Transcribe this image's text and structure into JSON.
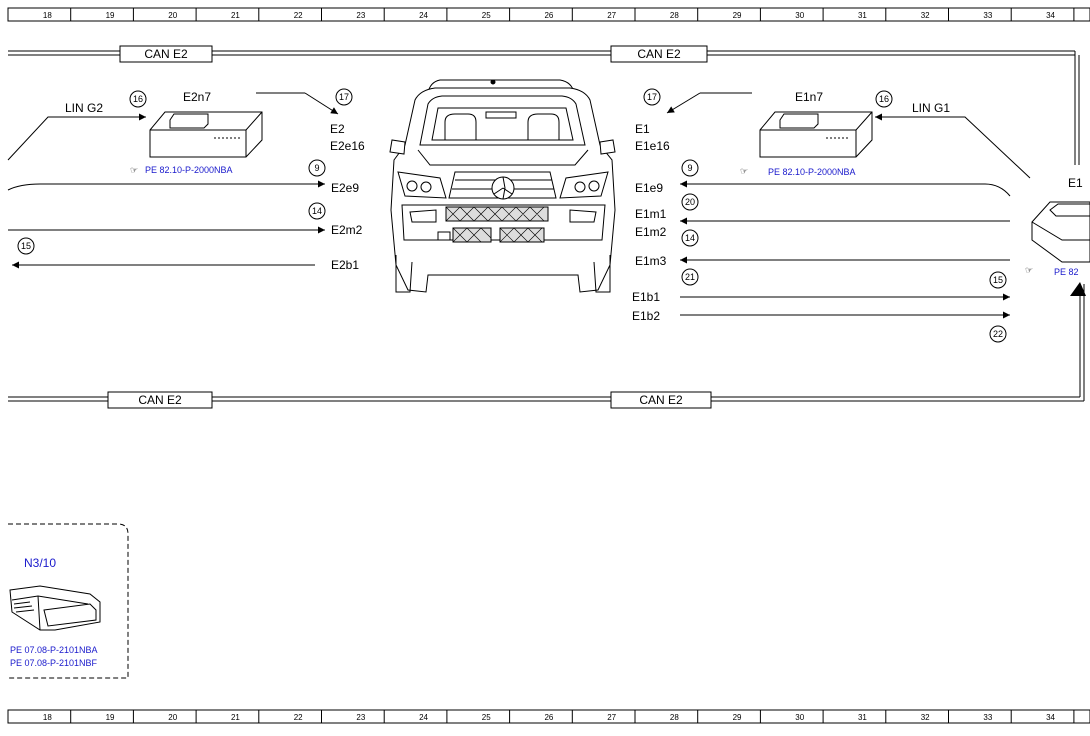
{
  "ruler": [
    "18",
    "19",
    "20",
    "21",
    "22",
    "23",
    "24",
    "25",
    "26",
    "27",
    "28",
    "29",
    "30",
    "31",
    "32",
    "33",
    "34"
  ],
  "bus": {
    "can_e2": "CAN E2"
  },
  "left_module": {
    "name": "E2n7",
    "lin": "LIN G2",
    "ref": "PE 82.10-P-2000NBA",
    "circles": [
      "16",
      "17",
      "9",
      "14",
      "15"
    ],
    "labels": [
      "E2",
      "E2e16",
      "E2e9",
      "E2m2",
      "E2b1"
    ]
  },
  "right_module": {
    "name": "E1n7",
    "lin": "LIN G1",
    "ref": "PE 82.10-P-2000NBA",
    "circles": [
      "17",
      "16",
      "9",
      "20",
      "14",
      "21",
      "15",
      "22"
    ],
    "labels": [
      "E1",
      "E1e16",
      "E1e9",
      "E1m1",
      "E1m2",
      "E1m3",
      "E1b1",
      "E1b2"
    ],
    "edge_label": "E1",
    "edge_ref": "PE 82"
  },
  "n3": {
    "name": "N3/10",
    "refs": [
      "PE 07.08-P-2101NBA",
      "PE 07.08-P-2101NBF"
    ]
  },
  "icons": {
    "reference": "pointing-hand-icon"
  },
  "colors": {
    "reference_text": "#1a1acc",
    "line": "#000000"
  }
}
